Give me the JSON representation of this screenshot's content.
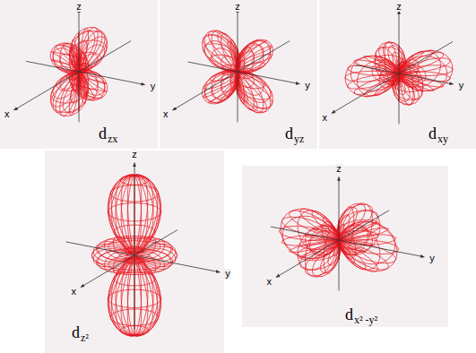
{
  "diagram": {
    "labels": [
      "z",
      "x",
      "y",
      "d",
      "zx",
      "z",
      "x",
      "y",
      "d",
      "yz",
      "z",
      "x",
      "y",
      "d",
      "xy",
      "z",
      "x",
      "y",
      "d",
      "z²",
      "z",
      "x",
      "y",
      "d",
      "x² -y²"
    ]
  }
}
